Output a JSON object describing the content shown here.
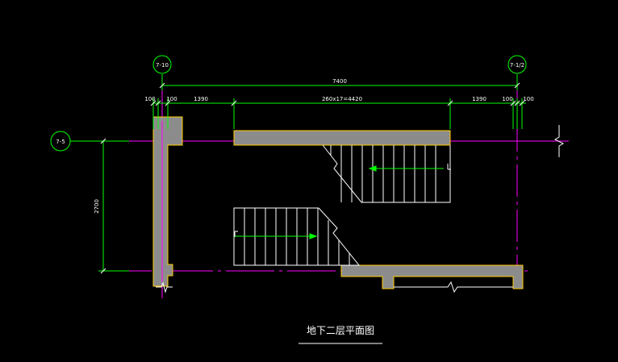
{
  "axes": {
    "left_top": "7-10",
    "right_top": "7-1/2",
    "left_side": "7-5"
  },
  "dimensions": {
    "overall": "7400",
    "seg_100_a": "100",
    "seg_100_b": "100",
    "seg_1390_a": "1390",
    "seg_flight": "260x17=4420",
    "seg_1390_b": "1390",
    "seg_100_c": "100",
    "seg_100_d": "100",
    "vertical": "2700"
  },
  "drawing_title": "地下二层平面图",
  "colors": {
    "background": "#000000",
    "dim_line": "#00ff00",
    "wall_fill": "#8c8c8c",
    "wall_edge": "#ffcc00",
    "grid_line": "#ff00ff",
    "stair_line": "#ffffff",
    "arrow": "#00ff00"
  }
}
